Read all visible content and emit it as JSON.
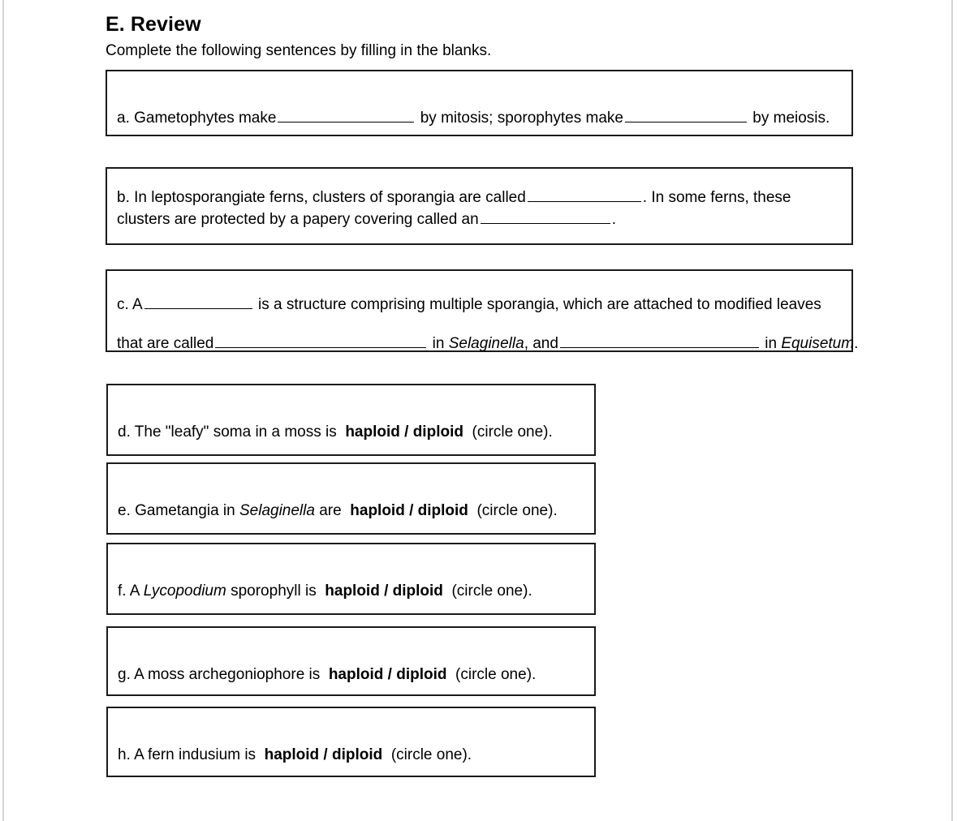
{
  "section": {
    "title": "E. Review",
    "instruction": "Complete the following sentences by filling in the blanks."
  },
  "questions": {
    "a": {
      "label": "a.",
      "part1": "a. Gametophytes make",
      "part2": "by mitosis; sporophytes make",
      "part3": "by meiosis."
    },
    "b": {
      "label": "b.",
      "part1": "b. In leptosporangiate ferns, clusters of sporangia are called",
      "part2": ". In some ferns, these clusters are protected by a papery covering called an",
      "part3": "."
    },
    "c": {
      "line1_part1": "c. A",
      "line1_part2": "is a structure comprising multiple sporangia, which are attached to modified leaves",
      "line2_part1": "that are called",
      "line2_part2": "in",
      "line2_genus1": "Selaginella",
      "line2_part3": ", and",
      "line2_part4": "in",
      "line2_genus2": "Equisetum",
      "line2_part5": "."
    },
    "d": {
      "prefix": "d. The \"leafy\" soma in a moss is",
      "choice": "haploid / diploid",
      "suffix": "(circle one)."
    },
    "e": {
      "prefix_a": "e. Gametangia in",
      "genus": "Selaginella",
      "prefix_b": "are",
      "choice": "haploid / diploid",
      "suffix": "(circle one)."
    },
    "f": {
      "prefix_a": "f. A",
      "genus": "Lycopodium",
      "prefix_b": "sporophyll is",
      "choice": "haploid / diploid",
      "suffix": "(circle one)."
    },
    "g": {
      "prefix": "g. A moss archegoniophore is",
      "choice": "haploid / diploid",
      "suffix": "(circle one)."
    },
    "h": {
      "prefix": "h. A fern indusium is",
      "choice": "haploid / diploid",
      "suffix": "(circle one)."
    }
  }
}
